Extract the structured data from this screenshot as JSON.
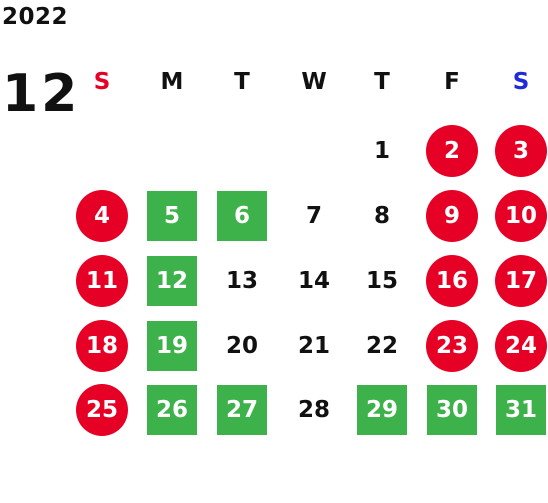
{
  "year": "2022",
  "month": "12",
  "colors": {
    "holiday_red": "#e60026",
    "highlight_green": "#3db24b",
    "sunday_label": "#e60026",
    "saturday_label": "#1f2bd6",
    "text": "#111111"
  },
  "weekdays": [
    {
      "label": "S",
      "kind": "sun"
    },
    {
      "label": "M",
      "kind": "normal"
    },
    {
      "label": "T",
      "kind": "normal"
    },
    {
      "label": "W",
      "kind": "normal"
    },
    {
      "label": "T",
      "kind": "normal"
    },
    {
      "label": "F",
      "kind": "normal"
    },
    {
      "label": "S",
      "kind": "sat"
    }
  ],
  "weeks": [
    [
      null,
      null,
      null,
      null,
      {
        "d": "1",
        "s": "plain"
      },
      {
        "d": "2",
        "s": "red"
      },
      {
        "d": "3",
        "s": "red"
      }
    ],
    [
      {
        "d": "4",
        "s": "red"
      },
      {
        "d": "5",
        "s": "green"
      },
      {
        "d": "6",
        "s": "green"
      },
      {
        "d": "7",
        "s": "plain"
      },
      {
        "d": "8",
        "s": "plain"
      },
      {
        "d": "9",
        "s": "red"
      },
      {
        "d": "10",
        "s": "red"
      }
    ],
    [
      {
        "d": "11",
        "s": "red"
      },
      {
        "d": "12",
        "s": "green"
      },
      {
        "d": "13",
        "s": "plain"
      },
      {
        "d": "14",
        "s": "plain"
      },
      {
        "d": "15",
        "s": "plain"
      },
      {
        "d": "16",
        "s": "red"
      },
      {
        "d": "17",
        "s": "red"
      }
    ],
    [
      {
        "d": "18",
        "s": "red"
      },
      {
        "d": "19",
        "s": "green"
      },
      {
        "d": "20",
        "s": "plain"
      },
      {
        "d": "21",
        "s": "plain"
      },
      {
        "d": "22",
        "s": "plain"
      },
      {
        "d": "23",
        "s": "red"
      },
      {
        "d": "24",
        "s": "red"
      }
    ],
    [
      {
        "d": "25",
        "s": "red"
      },
      {
        "d": "26",
        "s": "green"
      },
      {
        "d": "27",
        "s": "green"
      },
      {
        "d": "28",
        "s": "plain"
      },
      {
        "d": "29",
        "s": "green"
      },
      {
        "d": "30",
        "s": "green"
      },
      {
        "d": "31",
        "s": "green"
      }
    ]
  ]
}
